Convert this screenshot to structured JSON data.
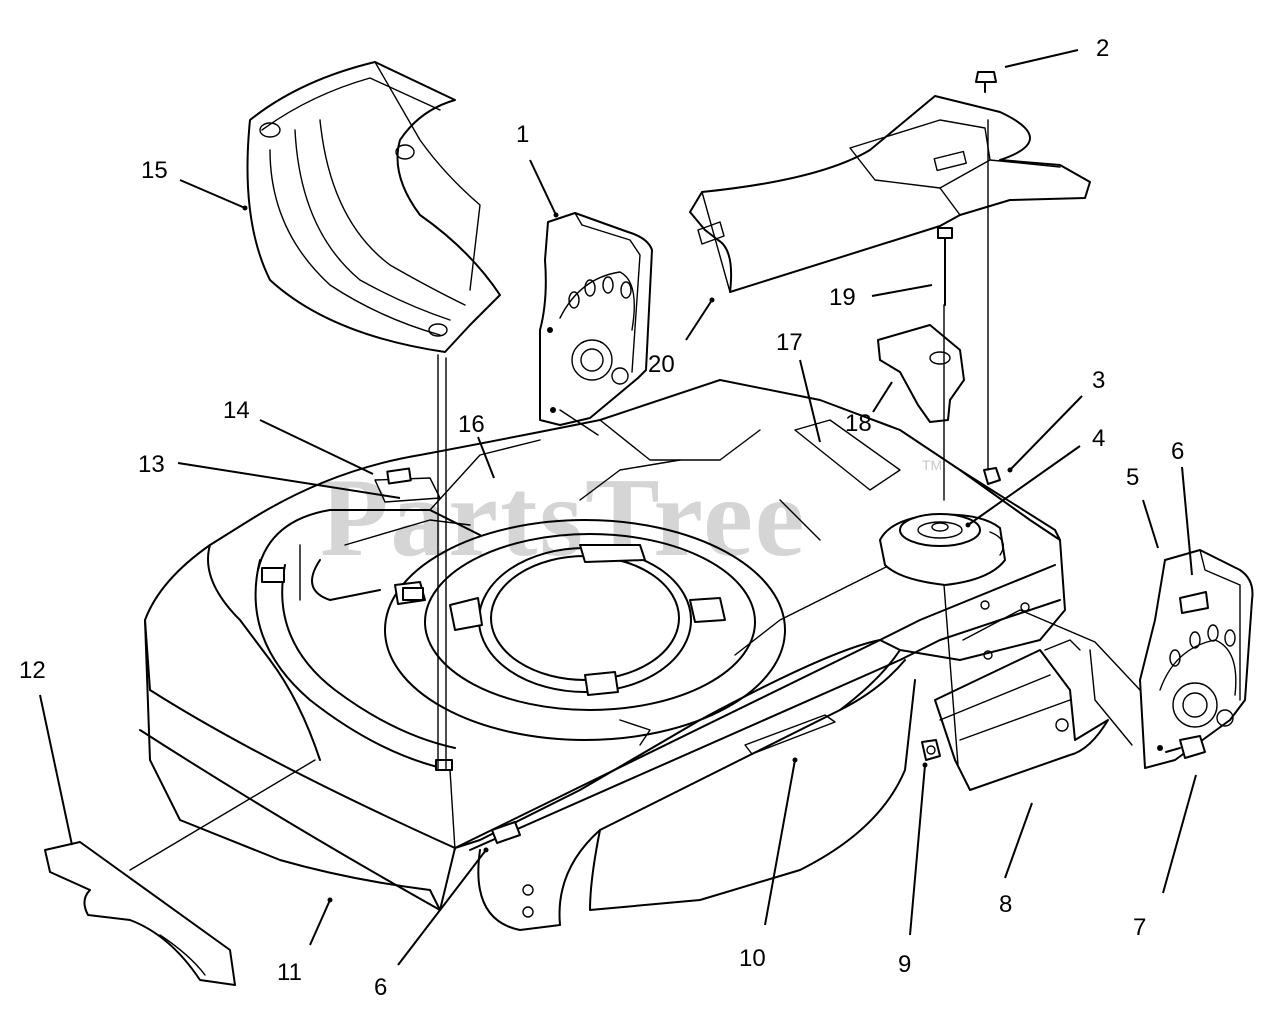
{
  "watermark": {
    "text": "PartsTree",
    "trademark": "TM"
  },
  "callouts": [
    {
      "id": "c1",
      "label": "1"
    },
    {
      "id": "c2",
      "label": "2"
    },
    {
      "id": "c3",
      "label": "3"
    },
    {
      "id": "c4",
      "label": "4"
    },
    {
      "id": "c5",
      "label": "5"
    },
    {
      "id": "c6a",
      "label": "6"
    },
    {
      "id": "c6b",
      "label": "6"
    },
    {
      "id": "c7",
      "label": "7"
    },
    {
      "id": "c8",
      "label": "8"
    },
    {
      "id": "c9",
      "label": "9"
    },
    {
      "id": "c10",
      "label": "10"
    },
    {
      "id": "c11",
      "label": "11"
    },
    {
      "id": "c12",
      "label": "12"
    },
    {
      "id": "c13",
      "label": "13"
    },
    {
      "id": "c14",
      "label": "14"
    },
    {
      "id": "c15",
      "label": "15"
    },
    {
      "id": "c16",
      "label": "16"
    },
    {
      "id": "c17",
      "label": "17"
    },
    {
      "id": "c18",
      "label": "18"
    },
    {
      "id": "c19",
      "label": "19"
    },
    {
      "id": "c20",
      "label": "20"
    }
  ]
}
